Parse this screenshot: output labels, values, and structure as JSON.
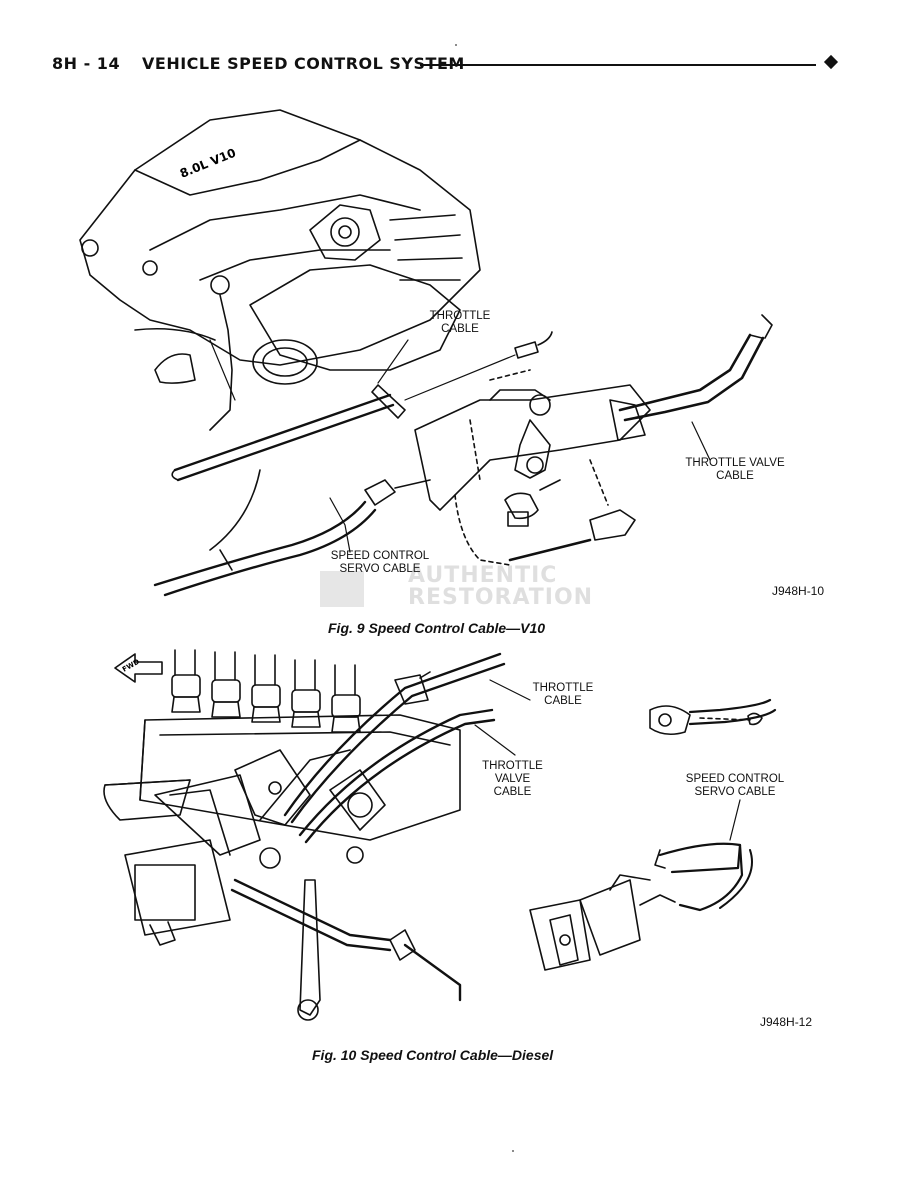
{
  "header": {
    "section": "8H - 14",
    "title": "VEHICLE SPEED CONTROL SYSTEM"
  },
  "figure9": {
    "labels": {
      "throttle_cable": "THROTTLE\nCABLE",
      "throttle_valve_cable": "THROTTLE VALVE\nCABLE",
      "speed_control_servo_cable": "SPEED CONTROL\nSERVO CABLE"
    },
    "code": "J948H-10",
    "caption": "Fig. 9 Speed Control Cable—V10",
    "engine_badge": "8.0L V10",
    "watermark": "AUTHENTIC\nRESTORATION"
  },
  "figure10": {
    "labels": {
      "throttle_cable": "THROTTLE\nCABLE",
      "throttle_valve_cable": "THROTTLE\nVALVE\nCABLE",
      "speed_control_servo_cable": "SPEED CONTROL\nSERVO CABLE"
    },
    "code": "J948H-12",
    "caption": "Fig. 10 Speed Control Cable—Diesel",
    "fwd_arrow": "FWD"
  },
  "colors": {
    "ink": "#111111",
    "paper": "#ffffff"
  }
}
